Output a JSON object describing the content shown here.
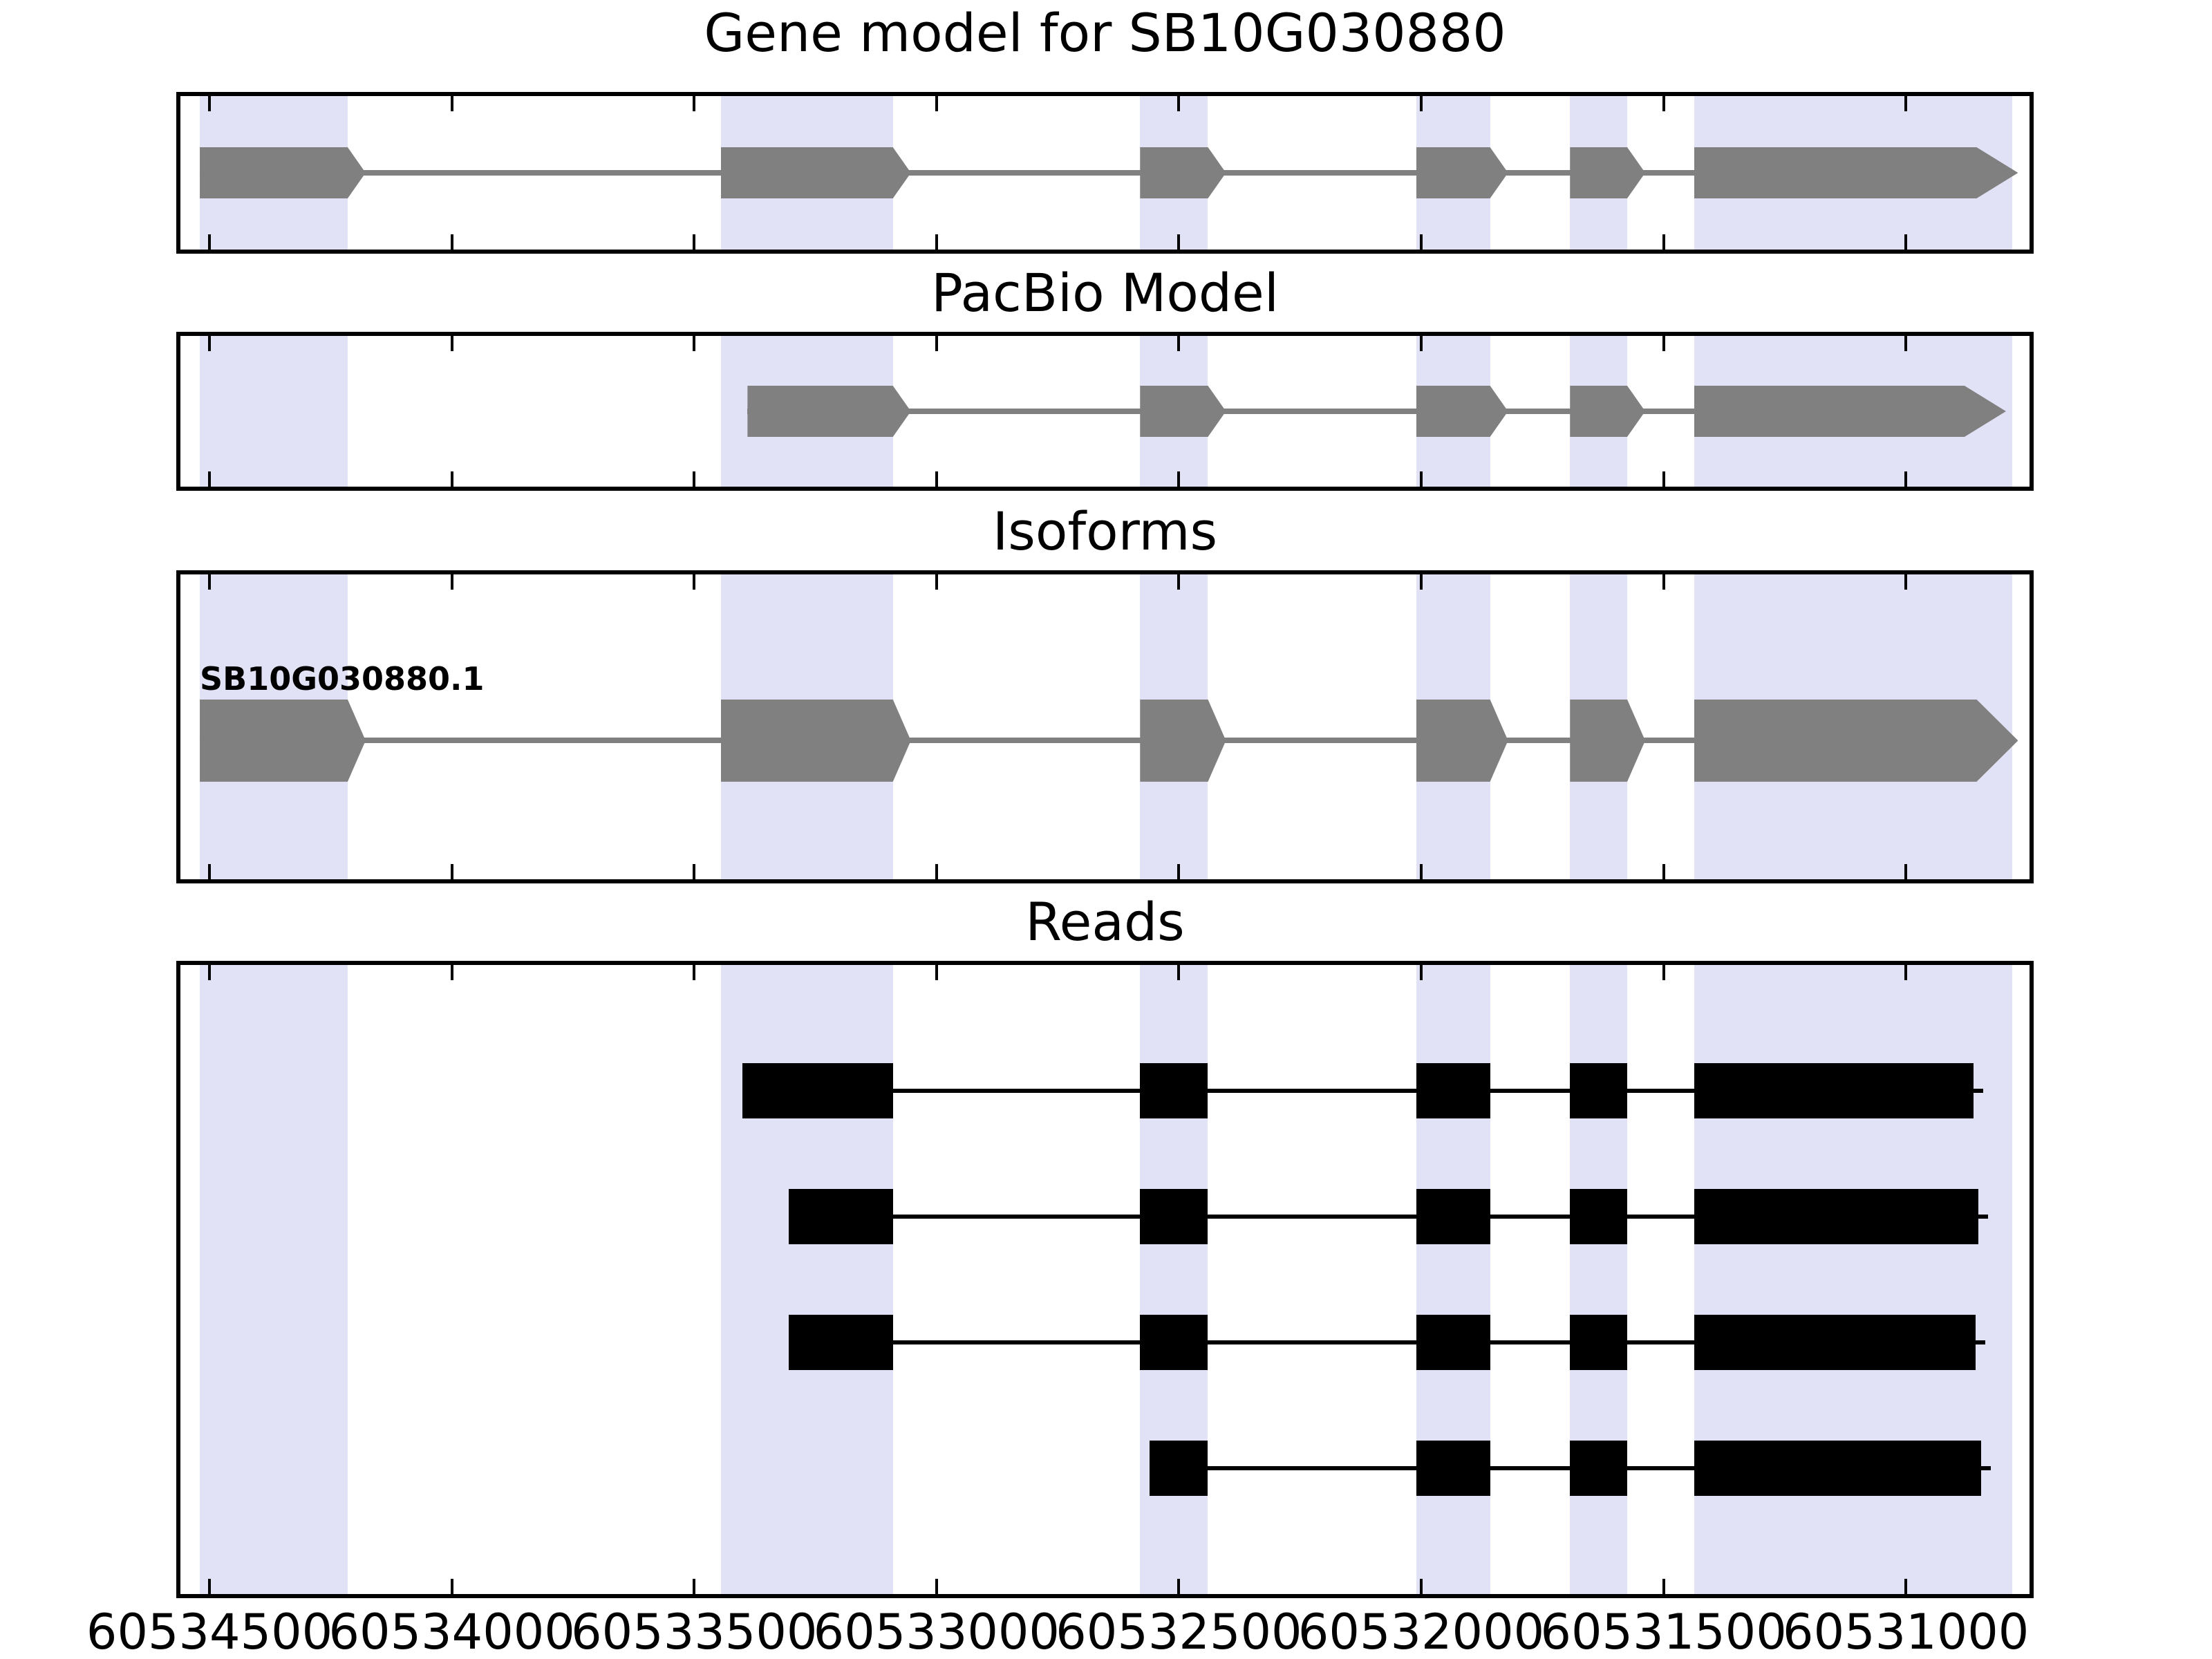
{
  "chart_data": {
    "type": "genome-track",
    "title": "Gene model for SB10G030880",
    "xlabel": "",
    "ylabel": "",
    "xlim": [
      60534560,
      60530745
    ],
    "x_descending": true,
    "grid": false,
    "x_ticks": [
      {
        "value": 60534500,
        "label": "60534500"
      },
      {
        "value": 60534000,
        "label": "60534000"
      },
      {
        "value": 60533500,
        "label": "60533500"
      },
      {
        "value": 60533000,
        "label": "60533000"
      },
      {
        "value": 60532500,
        "label": "60532500"
      },
      {
        "value": 60532000,
        "label": "60532000"
      },
      {
        "value": 60531500,
        "label": "60531500"
      },
      {
        "value": 60531000,
        "label": "60531000"
      }
    ],
    "highlight_regions": [
      [
        60534520,
        60534215
      ],
      [
        60533445,
        60533090
      ],
      [
        60532580,
        60532440
      ],
      [
        60532010,
        60531858
      ],
      [
        60531693,
        60531575
      ],
      [
        60531437,
        60530780
      ]
    ],
    "panels": [
      {
        "id": "gene_model",
        "title": "Gene model for SB10G030880",
        "transcripts": [
          {
            "name": "",
            "strand_arrow": true,
            "exons": [
              [
                60534520,
                60534215
              ],
              [
                60533445,
                60533090
              ],
              [
                60532580,
                60532440
              ],
              [
                60532010,
                60531858
              ],
              [
                60531693,
                60531575
              ],
              [
                60531437,
                60530780
              ]
            ]
          }
        ]
      },
      {
        "id": "pacbio_model",
        "title": "PacBio Model",
        "transcripts": [
          {
            "name": "",
            "strand_arrow": true,
            "exons": [
              [
                60533390,
                60533090
              ],
              [
                60532580,
                60532440
              ],
              [
                60532010,
                60531858
              ],
              [
                60531693,
                60531575
              ],
              [
                60531437,
                60530805
              ]
            ]
          }
        ]
      },
      {
        "id": "isoforms",
        "title": "Isoforms",
        "transcripts": [
          {
            "name": "SB10G030880.1",
            "strand_arrow": true,
            "exons": [
              [
                60534520,
                60534215
              ],
              [
                60533445,
                60533090
              ],
              [
                60532580,
                60532440
              ],
              [
                60532010,
                60531858
              ],
              [
                60531693,
                60531575
              ],
              [
                60531437,
                60530780
              ]
            ]
          }
        ]
      },
      {
        "id": "reads",
        "title": "Reads",
        "reads": [
          {
            "blocks": [
              [
                60533400,
                60533090
              ],
              [
                60532580,
                60532440
              ],
              [
                60532010,
                60531858
              ],
              [
                60531693,
                60531575
              ],
              [
                60531437,
                60530860
              ]
            ]
          },
          {
            "blocks": [
              [
                60533305,
                60533090
              ],
              [
                60532580,
                60532440
              ],
              [
                60532010,
                60531858
              ],
              [
                60531693,
                60531575
              ],
              [
                60531437,
                60530850
              ]
            ]
          },
          {
            "blocks": [
              [
                60533305,
                60533090
              ],
              [
                60532580,
                60532440
              ],
              [
                60532010,
                60531858
              ],
              [
                60531693,
                60531575
              ],
              [
                60531437,
                60530856
              ]
            ]
          },
          {
            "blocks": [
              [
                60532560,
                60532440
              ],
              [
                60532010,
                60531858
              ],
              [
                60531693,
                60531575
              ],
              [
                60531437,
                60530845
              ]
            ]
          }
        ]
      }
    ],
    "colors": {
      "highlight_band": "#E2E2F7",
      "model_exon": "#808080",
      "model_intron_line": "#808080",
      "read_fill": "#000000",
      "panel_border": "#000000",
      "background": "#FFFFFF"
    }
  }
}
